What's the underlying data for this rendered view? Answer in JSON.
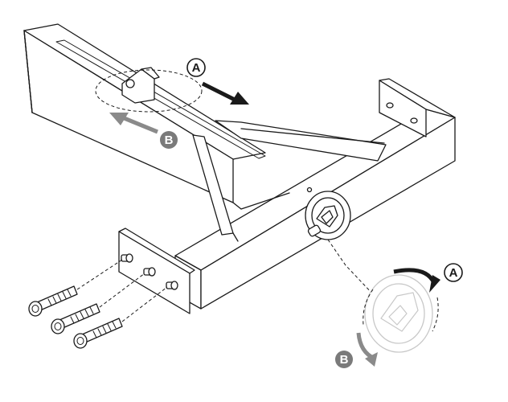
{
  "callouts": {
    "slide_a": "A",
    "slide_b": "B",
    "rotate_a": "A",
    "rotate_b": "B"
  },
  "colors": {
    "line": "#1a1a1a",
    "arrow_a": "#1a1a1a",
    "arrow_b": "#8a8a8a",
    "badge_b_fill": "#7a7a7a",
    "ghost_knob": "#c8c8c8"
  }
}
